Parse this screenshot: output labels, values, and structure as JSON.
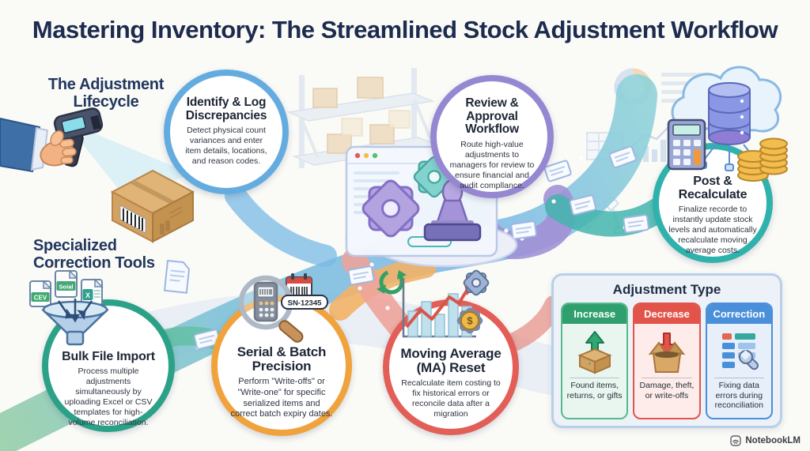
{
  "page": {
    "title": "Mastering Inventory: The Streamlined Stock Adjustment Workflow",
    "brand": "NotebookLM"
  },
  "sections": {
    "lifecycle_heading": "The Adjustment Lifecycle",
    "tools_heading": "Specialized Correction Tools"
  },
  "lifecycle_steps": [
    {
      "title": "Identify & Log Discrepancies",
      "desc": "Detect physical count variances and enter item details, locations, and reason codes.",
      "ring": "#64ace0"
    },
    {
      "title": "Review & Approval Workflow",
      "desc": "Route high-value adjustments to managers for review to ensure financial and audit compllance.",
      "ring": "#9687d2"
    },
    {
      "title": "Post & Recalculate",
      "desc": "Finalize recorde to instantly update stock levels and automatically recalculate moving average costs.",
      "ring": "#30b2ac"
    }
  ],
  "tool_steps": [
    {
      "title": "Bulk File Import",
      "desc": "Process multiple adjustments simultaneously by uploading Excel or CSV templates for high-volume reconciliation.",
      "ring": "#2ba287"
    },
    {
      "title": "Serial & Batch Precision",
      "desc": "Perform \"Write-offs\" or \"Write-one\" for specific serialized items and correct batch expiry dates.",
      "ring": "#f0a23d"
    },
    {
      "title": "Moving Average (MA) Reset",
      "desc": "Recalculate item costing to fix historical errors or reconcile data after a migration",
      "ring": "#e25e56"
    }
  ],
  "file_icons": {
    "file1": "CEV",
    "file2": "Soial",
    "file3": "X"
  },
  "serial_tag": "SN-12345",
  "adjustment_panel": {
    "title": "Adjustment Type",
    "columns": [
      {
        "label": "Increase",
        "desc": "Found items, returns, or gifts",
        "header": "#2f9f6e",
        "body": "#e9f6ef",
        "border": "#58b98d"
      },
      {
        "label": "Decrease",
        "desc": "Damage, theft, or write-offs",
        "header": "#e2544a",
        "body": "#fdece9",
        "border": "#e2544a"
      },
      {
        "label": "Correction",
        "desc": "Fixing data errors during reconciliation",
        "header": "#4a8fd9",
        "body": "#e6effa",
        "border": "#4a8fd9"
      }
    ]
  }
}
